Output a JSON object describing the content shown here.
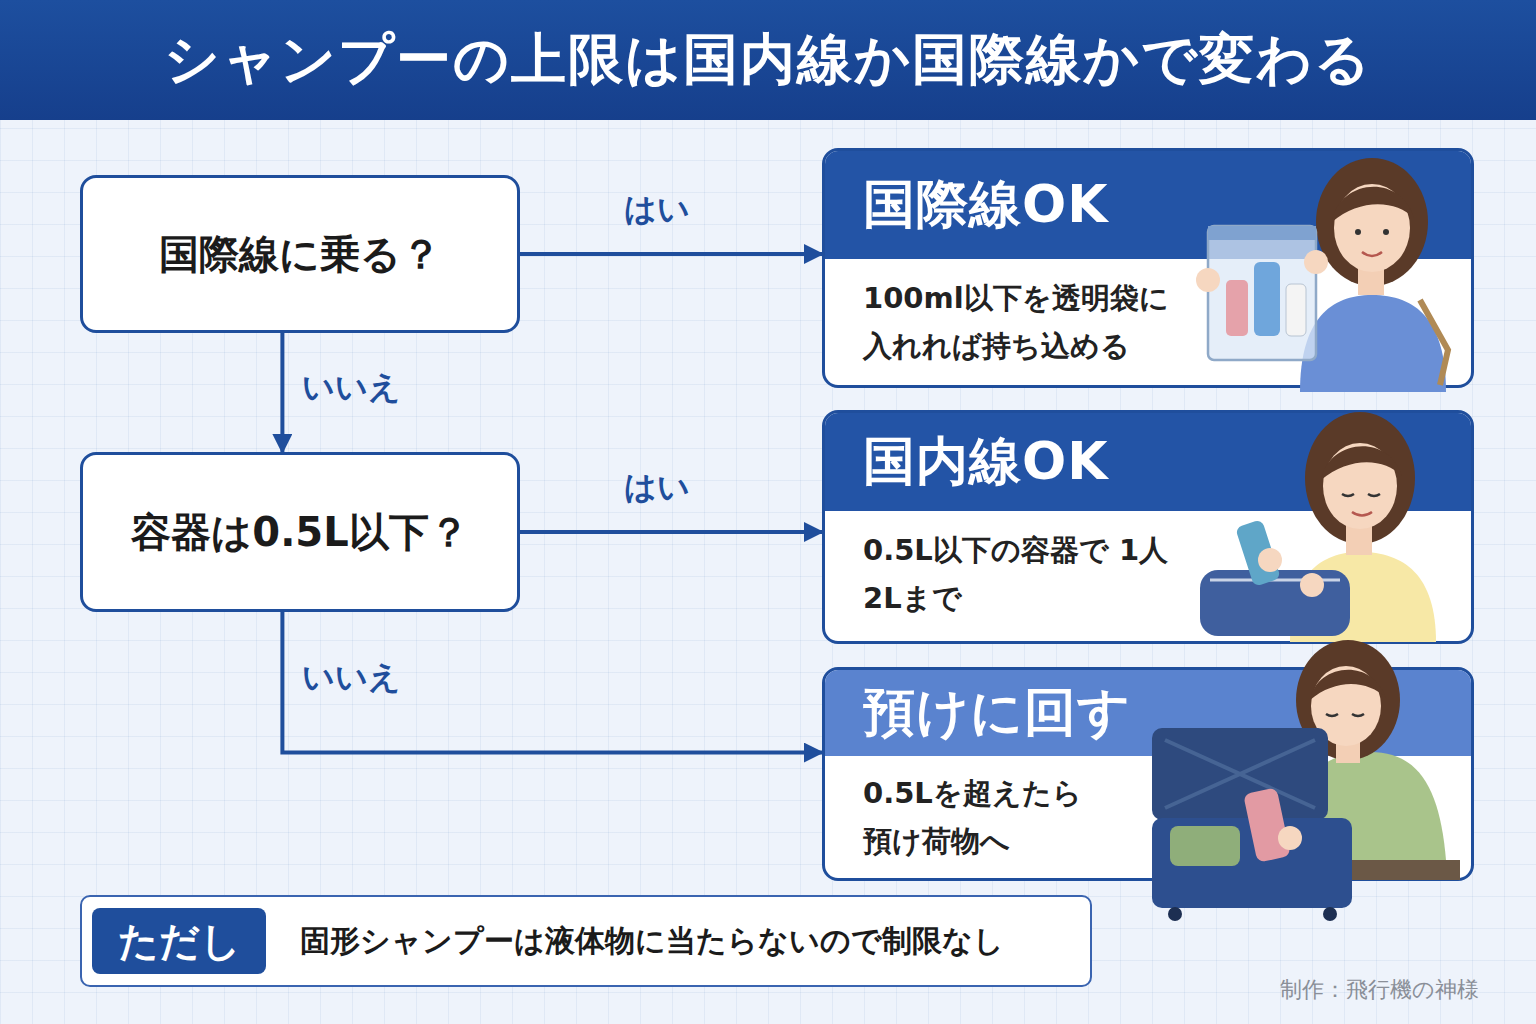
{
  "diagram": {
    "title": "シャンプーの上限は国内線か国際線かで変わる",
    "nodes": [
      {
        "text": [
          "国際線に乗る？"
        ]
      },
      {
        "text": [
          "容器は0.5L以下？"
        ]
      },
      {
        "text": [
          "国際線OK",
          "100ml以下を透明袋に 入れれば持ち込める"
        ]
      },
      {
        "text": [
          "国内線OK",
          "0.5L以下の容器で 1人 2Lまで"
        ]
      },
      {
        "text": [
          "預けに回す",
          "0.5Lを超えたら 預け荷物へ"
        ]
      },
      {
        "text": [
          "固形シャンプーは液体物に当たらないので制限なし"
        ]
      },
      {
        "text": [
          "ただし"
        ],
        "in": 5
      }
    ],
    "edges": [
      {
        "from": 0,
        "to": 2,
        "label": "はい",
        "arrow": "to"
      },
      {
        "from": 0,
        "to": 1,
        "label": "いいえ",
        "arrow": "to"
      },
      {
        "from": 1,
        "to": 3,
        "label": "はい",
        "arrow": "to"
      },
      {
        "from": 1,
        "to": 4,
        "label": "いいえ",
        "arrow": "to"
      }
    ],
    "labels": [
      "制作：飛行機の神様"
    ]
  }
}
